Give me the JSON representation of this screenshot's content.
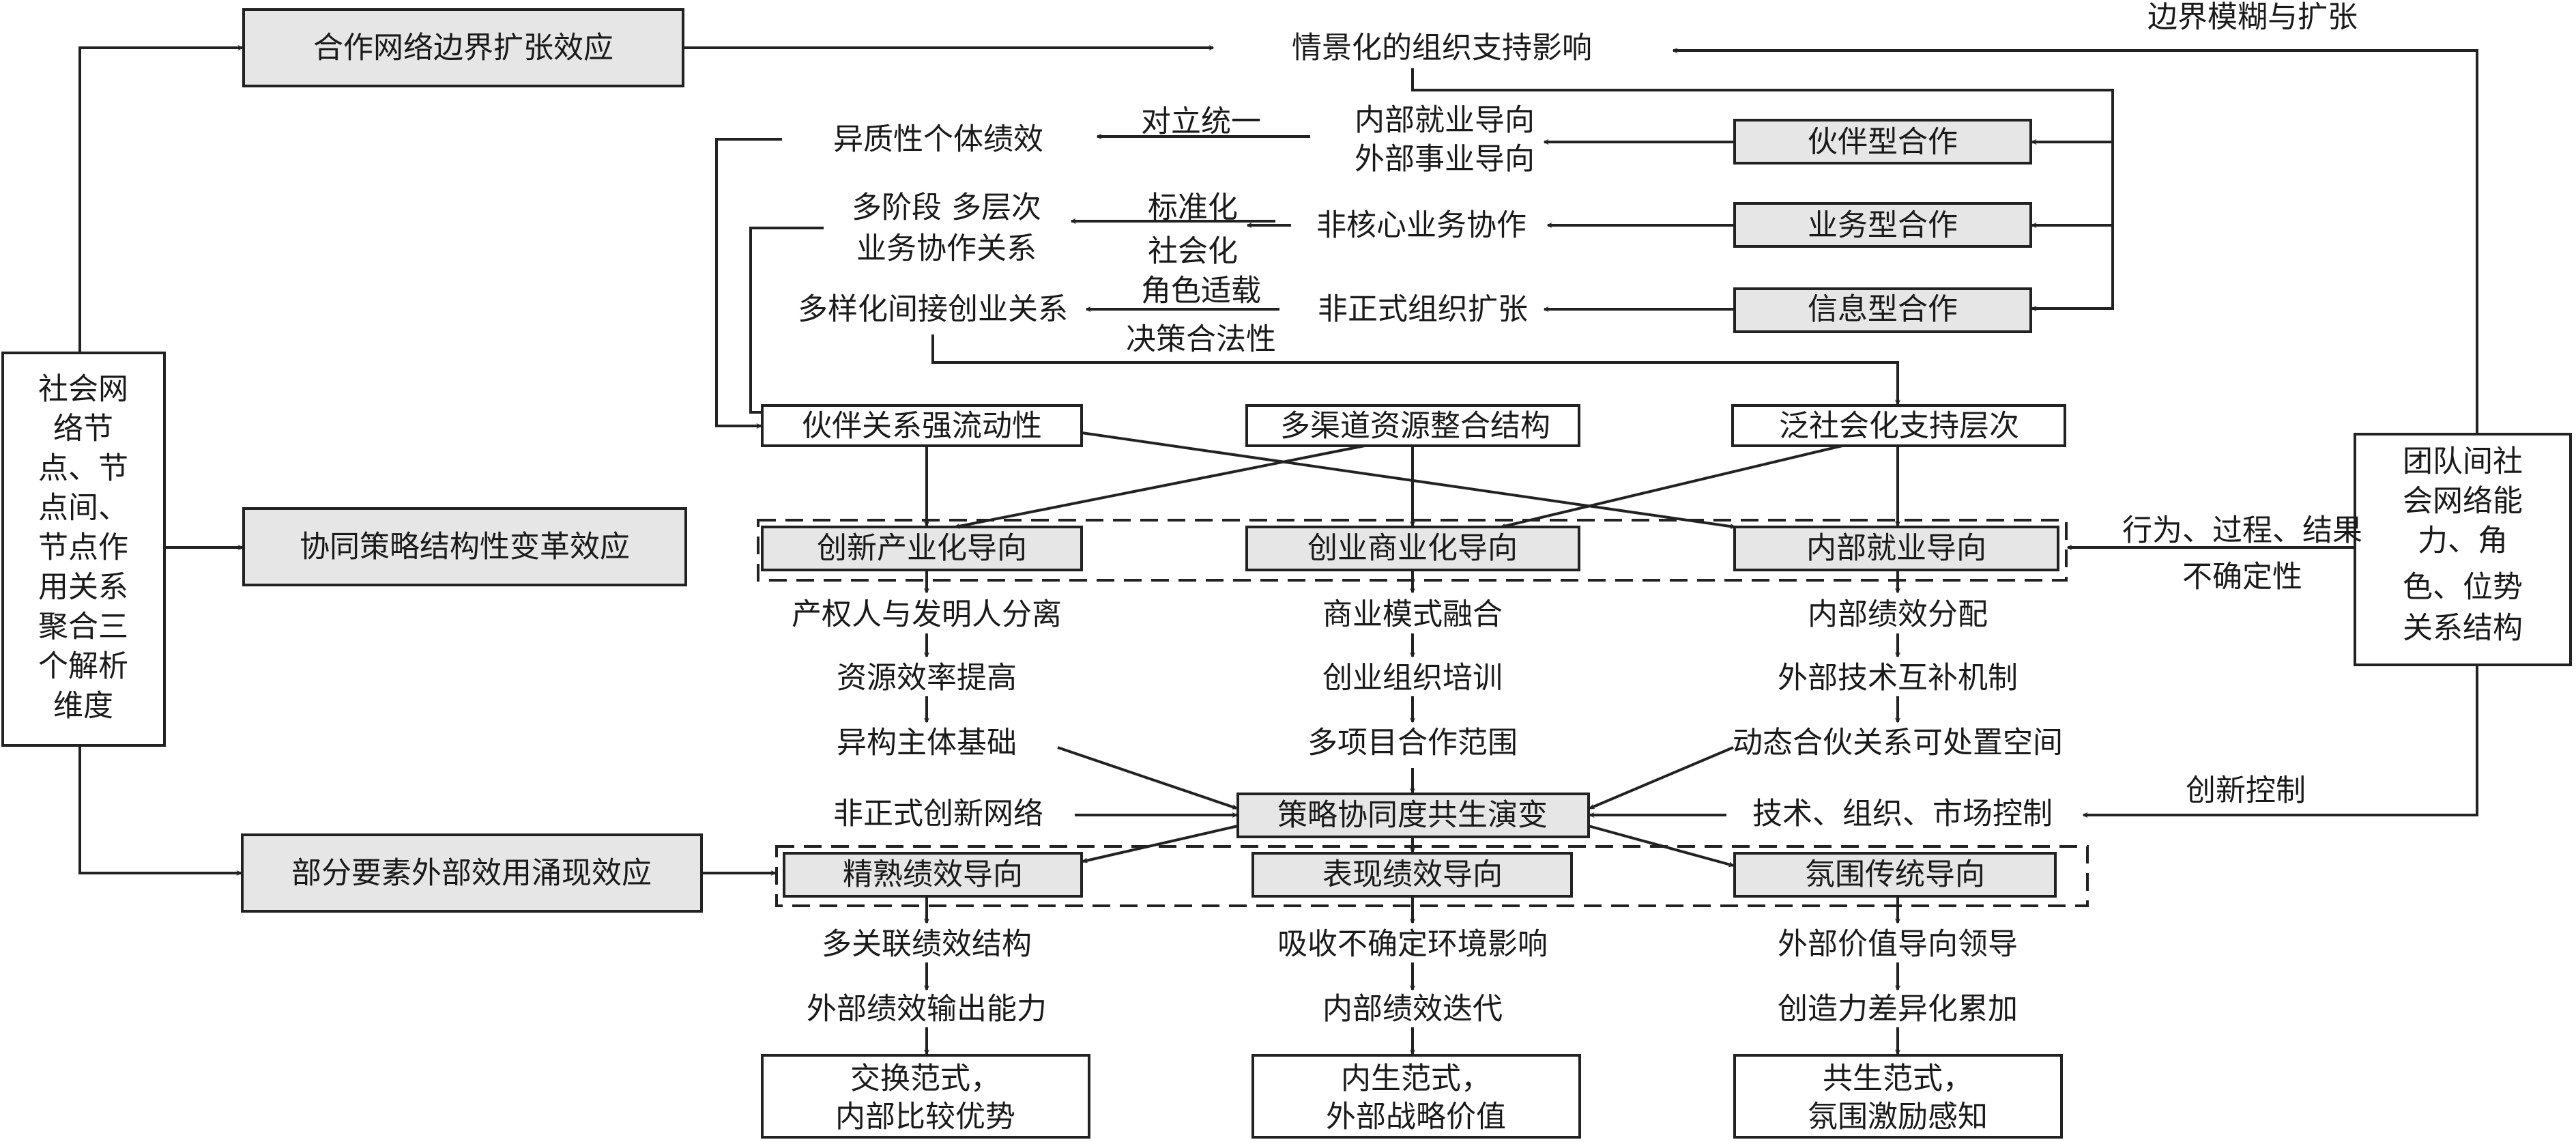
{
  "left_box": {
    "lines": [
      "社会网",
      "络节",
      "点、节",
      "点间、",
      "节点作",
      "用关系",
      "聚合三",
      "个解析",
      "维度"
    ]
  },
  "right_box": {
    "lines": [
      "团队间社",
      "会网络能",
      "力、角",
      "色、位势",
      "关系结构"
    ]
  },
  "effects": {
    "boundary_expansion": "合作网络边界扩张效应",
    "structural_change": "协同策略结构性变革效应",
    "externality_emergence": "部分要素外部效用涌现效应"
  },
  "top": {
    "situational_support": "情景化的组织支持影响",
    "boundary_blur": "边界模糊与扩张",
    "hetero_performance": "异质性个体绩效",
    "opposition_unity": "对立统一",
    "internal_employment": "内部就业导向",
    "external_career": "外部事业导向",
    "partner_coop": "伙伴型合作",
    "multi_stage_1": "多阶段  多层次",
    "multi_stage_2": "业务协作关系",
    "standardization": "标准化",
    "socialization": "社会化",
    "non_core": "非核心业务协作",
    "business_coop": "业务型合作",
    "diverse_indirect": "多样化间接创业关系",
    "role_adapt": "角色适载",
    "decision_legit": "决策合法性",
    "informal_expand": "非正式组织扩张",
    "info_coop": "信息型合作"
  },
  "mid": {
    "partner_mobility": "伙伴关系强流动性",
    "multichannel": "多渠道资源整合结构",
    "pan_social": "泛社会化支持层次",
    "innov_industrial": "创新产业化导向",
    "startup_commercial": "创业商业化导向",
    "internal_employment_box": "内部就业导向",
    "uncertainty_1": "行为、过程、结果",
    "uncertainty_2": "不确定性",
    "col1": [
      "产权人与发明人分离",
      "资源效率提高",
      "异构主体基础"
    ],
    "col2": [
      "商业模式融合",
      "创业组织培训",
      "多项目合作范围"
    ],
    "col3": [
      "内部绩效分配",
      "外部技术互补机制",
      "动态合伙关系可处置空间"
    ],
    "informal_network": "非正式创新网络",
    "strategy_coevolution": "策略协同度共生演变",
    "tech_control": "技术、组织、市场控制",
    "innovation_control": "创新控制"
  },
  "bottom": {
    "refined_perf": "精熟绩效导向",
    "expressive_perf": "表现绩效导向",
    "atmosphere": "氛围传统导向",
    "col1": [
      "多关联绩效结构",
      "外部绩效输出能力"
    ],
    "col2": [
      "吸收不确定环境影响",
      "内部绩效迭代"
    ],
    "col3": [
      "外部价值导向领导",
      "创造力差异化累加"
    ],
    "paradigm1": [
      "交换范式，",
      "内部比较优势"
    ],
    "paradigm2": [
      "内生范式，",
      "外部战略价值"
    ],
    "paradigm3": [
      "共生范式，",
      "氛围激励感知"
    ]
  }
}
